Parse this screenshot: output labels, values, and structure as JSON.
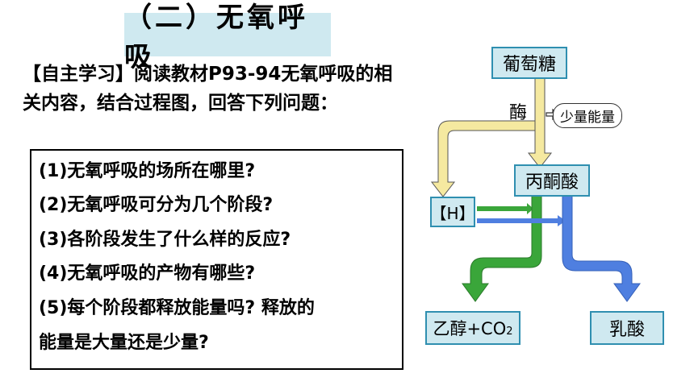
{
  "title": "（二）无氧呼吸",
  "intro": "【自主学习】阅读教材P93-94无氧呼吸的相关内容，结合过程图，回答下列问题：",
  "questions": [
    "(1)无氧呼吸的场所在哪里?",
    "(2)无氧呼吸可分为几个阶段?",
    "(3)各阶段发生了什么样的反应?",
    "(4)无氧呼吸的产物有哪些?",
    "(5)每个阶段都释放能量吗? 释放的",
    "能量是大量还是少量?"
  ],
  "diagram": {
    "glucose": "葡萄糖",
    "enzyme": "酶",
    "energy": "少量能量",
    "pyruvate": "丙酮酸",
    "hydrogen": "【H】",
    "ethanol": "乙醇+CO",
    "ethanol_sub": "2",
    "lactic": "乳酸"
  },
  "colors": {
    "title_bg": "#cfe9f0",
    "box_fill": "#cfe9f0",
    "box_border": "#2f8fb0",
    "arrow_yellow": "#f5e9a0",
    "arrow_green": "#3aa63a",
    "arrow_blue": "#4f7fe0"
  }
}
